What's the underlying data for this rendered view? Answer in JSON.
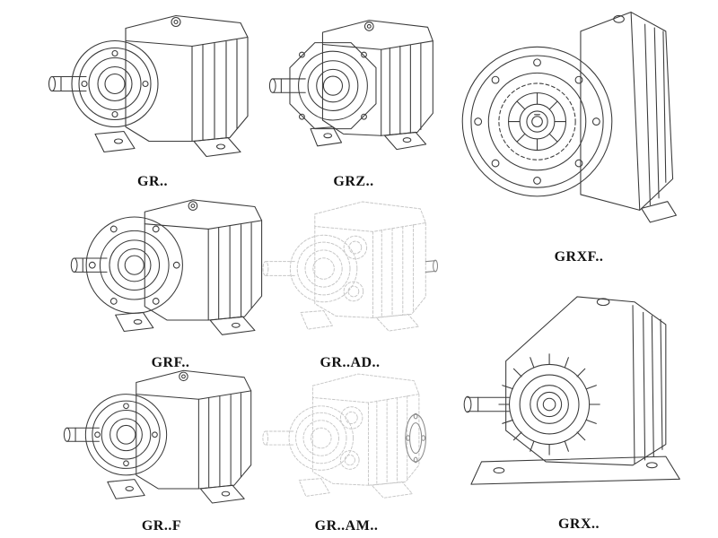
{
  "style": {
    "background": "#ffffff",
    "line_color": "#3a3a3a",
    "ghost_color": "#c6c6c6",
    "accent_color": "#8a8a8a",
    "label_color": "#111111"
  },
  "items": [
    {
      "id": "gr",
      "label": "GR.."
    },
    {
      "id": "grz",
      "label": "GRZ.."
    },
    {
      "id": "grxf",
      "label": "GRXF.."
    },
    {
      "id": "grf",
      "label": "GRF.."
    },
    {
      "id": "grad",
      "label": "GR..AD.."
    },
    {
      "id": "grff",
      "label": "GR..F"
    },
    {
      "id": "gram",
      "label": "GR..AM.."
    },
    {
      "id": "grx",
      "label": "GRX.."
    }
  ]
}
